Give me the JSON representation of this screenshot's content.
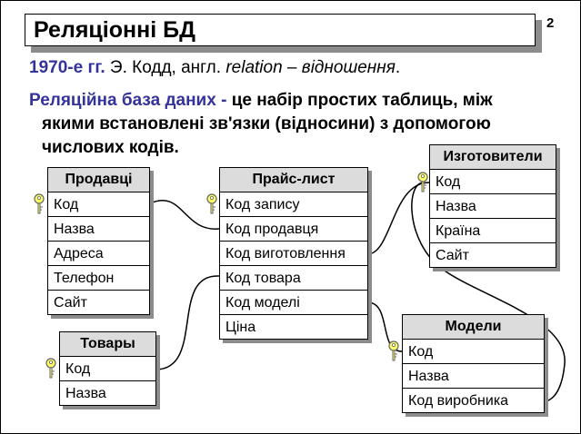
{
  "title": "Реляціонні БД",
  "page_number": "2",
  "intro": {
    "year": "1970-е гг.",
    "rest": " Э. Кодд, англ. ",
    "relation": "relation",
    "dash": " – ",
    "translation": "відношення",
    "dot": "."
  },
  "definition": {
    "term": "Реляційна база даних -",
    "line1_rest": " це набір простих таблиць, між",
    "line2": "якими встановлені зв'язки (відносини) з допомогою",
    "line3": "числових кодів."
  },
  "tables": {
    "sellers": {
      "title": "Продавці",
      "rows": [
        "Код",
        "Назва",
        "Адреса",
        "Телефон",
        "Сайт"
      ]
    },
    "goods": {
      "title": "Товары",
      "rows": [
        "Код",
        "Назва"
      ]
    },
    "pricelist": {
      "title": "Прайс-лист",
      "rows": [
        "Код запису",
        "Код продавця",
        "Код виготовлення",
        "Код товара",
        "Код моделі",
        "Ціна"
      ]
    },
    "makers": {
      "title": "Изготовители",
      "rows": [
        "Код",
        "Назва",
        "Країна",
        "Сайт"
      ]
    },
    "models": {
      "title": "Модели",
      "rows": [
        "Код",
        "Назва",
        "Код виробника"
      ]
    }
  },
  "colors": {
    "accent": "#333399",
    "header_fill": "#dcdcdc",
    "shadow": "#8c8c8c",
    "key": "#ffff66"
  },
  "icons": [
    "key-icon"
  ]
}
